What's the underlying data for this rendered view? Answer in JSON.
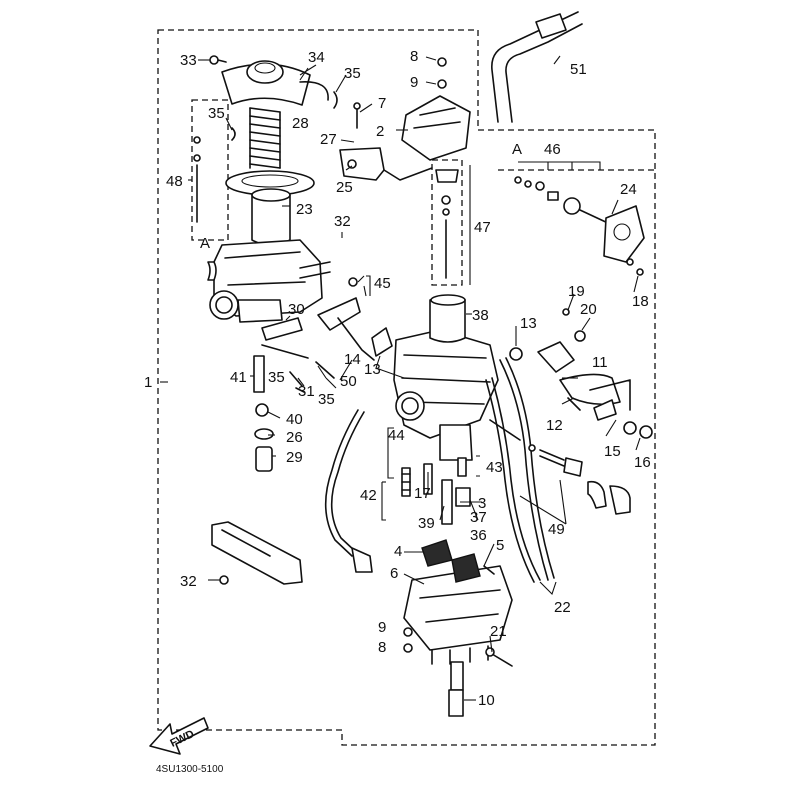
{
  "diagram": {
    "drawing_code": "4SU1300-5100",
    "direction_label": "FWD",
    "part_numbers": [
      "1",
      "2",
      "3",
      "4",
      "5",
      "6",
      "7",
      "8",
      "9",
      "10",
      "11",
      "12",
      "13",
      "14",
      "15",
      "16",
      "17",
      "18",
      "19",
      "20",
      "21",
      "22",
      "23",
      "24",
      "25",
      "26",
      "27",
      "28",
      "29",
      "30",
      "31",
      "32",
      "33",
      "34",
      "35",
      "36",
      "37",
      "38",
      "39",
      "40",
      "41",
      "42",
      "43",
      "44",
      "45",
      "46",
      "47",
      "48",
      "49",
      "50",
      "51"
    ],
    "connector_marks": [
      "A",
      "A"
    ]
  }
}
